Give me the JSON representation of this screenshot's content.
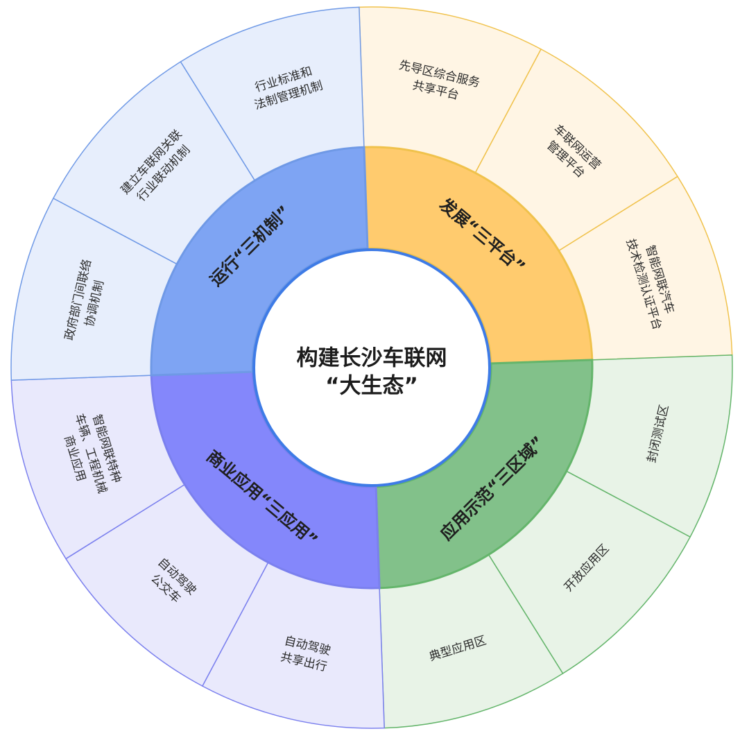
{
  "center": {
    "lines": [
      "构建长沙车联网",
      "“大生态”"
    ]
  },
  "quadrants": [
    {
      "key": "develop",
      "label": "发展“三平台”",
      "colors": {
        "inner": "#FFCB6E",
        "outer": "#FFF5E4",
        "stroke": "#F0C24C"
      },
      "items": [
        {
          "lines": [
            "先导区综合服务",
            "共享平台"
          ]
        },
        {
          "lines": [
            "车联网运营",
            "管理平台"
          ]
        },
        {
          "lines": [
            "智能网联汽车",
            "技术检测认证平台"
          ]
        }
      ]
    },
    {
      "key": "demo",
      "label": "应用示范“三区域”",
      "colors": {
        "inner": "#82C18A",
        "outer": "#E8F3E7",
        "stroke": "#64B56B"
      },
      "items": [
        {
          "lines": [
            "封闭测试区"
          ]
        },
        {
          "lines": [
            "开放应用区"
          ]
        },
        {
          "lines": [
            "典型应用区"
          ]
        }
      ]
    },
    {
      "key": "commerce",
      "label": "商业应用“三应用”",
      "colors": {
        "inner": "#8487FB",
        "outer": "#E9E9FC",
        "stroke": "#7B80EE"
      },
      "items": [
        {
          "lines": [
            "自动驾驶",
            "共享出行"
          ]
        },
        {
          "lines": [
            "自动驾驶",
            "公交车"
          ]
        },
        {
          "lines": [
            "智能网联特种",
            "车辆、工程机械",
            "商业应用"
          ]
        }
      ]
    },
    {
      "key": "operate",
      "label": "运行“三机制”",
      "colors": {
        "inner": "#7EA4F3",
        "outer": "#E7EEFC",
        "stroke": "#6F99E6"
      },
      "items": [
        {
          "lines": [
            "政府部门间联络",
            "协调机制"
          ]
        },
        {
          "lines": [
            "建立车联网关联",
            "行业联动机制"
          ]
        },
        {
          "lines": [
            "行业标准和",
            "法制管理机制"
          ]
        }
      ]
    }
  ]
}
